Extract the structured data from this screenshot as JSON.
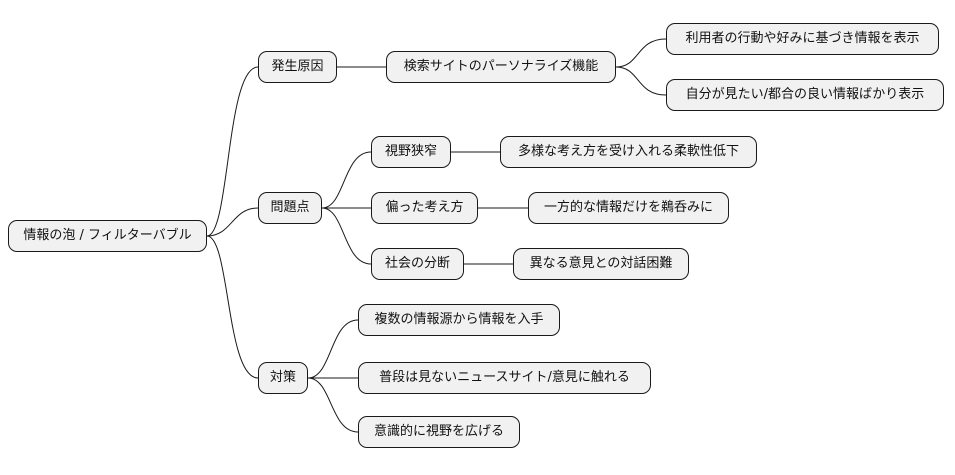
{
  "mindmap": {
    "root": "情報の泡 / フィルターバブル",
    "branches": [
      {
        "label": "発生原因",
        "children": [
          {
            "label": "検索サイトのパーソナライズ機能",
            "children": [
              {
                "label": "利用者の行動や好みに基づき情報を表示"
              },
              {
                "label": "自分が見たい/都合の良い情報ばかり表示"
              }
            ]
          }
        ]
      },
      {
        "label": "問題点",
        "children": [
          {
            "label": "視野狭窄",
            "children": [
              {
                "label": "多様な考え方を受け入れる柔軟性低下"
              }
            ]
          },
          {
            "label": "偏った考え方",
            "children": [
              {
                "label": "一方的な情報だけを鵜呑みに"
              }
            ]
          },
          {
            "label": "社会の分断",
            "children": [
              {
                "label": "異なる意見との対話困難"
              }
            ]
          }
        ]
      },
      {
        "label": "対策",
        "children": [
          {
            "label": "複数の情報源から情報を入手"
          },
          {
            "label": "普段は見ないニュースサイト/意見に触れる"
          },
          {
            "label": "意識的に視野を広げる"
          }
        ]
      }
    ]
  }
}
